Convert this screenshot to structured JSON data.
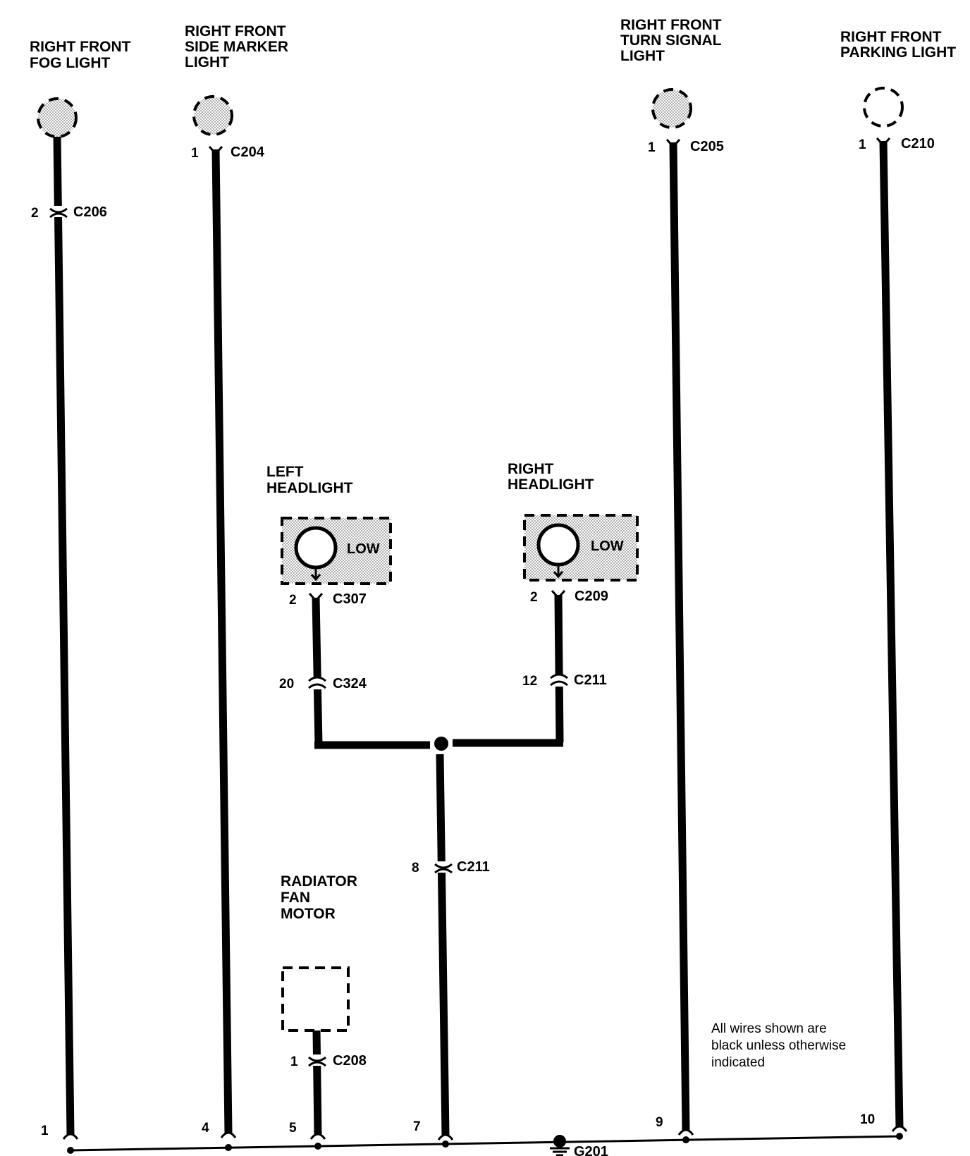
{
  "components": {
    "fog_light": [
      "RIGHT FRONT",
      "FOG LIGHT"
    ],
    "side_marker_light": [
      "RIGHT FRONT",
      "SIDE MARKER",
      "LIGHT"
    ],
    "turn_signal_light": [
      "RIGHT FRONT",
      "TURN SIGNAL",
      "LIGHT"
    ],
    "parking_light": [
      "RIGHT FRONT",
      "PARKING LIGHT"
    ],
    "left_headlight": [
      "LEFT",
      "HEADLIGHT"
    ],
    "right_headlight": [
      "RIGHT",
      "HEADLIGHT"
    ],
    "radiator_fan_motor": [
      "RADIATOR",
      "FAN",
      "MOTOR"
    ]
  },
  "low_label": "LOW",
  "connectors": {
    "c206": {
      "pin": "2",
      "name": "C206"
    },
    "c204": {
      "pin": "1",
      "name": "C204"
    },
    "c205": {
      "pin": "1",
      "name": "C205"
    },
    "c210": {
      "pin": "1",
      "name": "C210"
    },
    "c307": {
      "pin": "2",
      "name": "C307"
    },
    "c209": {
      "pin": "2",
      "name": "C209"
    },
    "c324": {
      "pin": "20",
      "name": "C324"
    },
    "c211_upper": {
      "pin": "12",
      "name": "C211"
    },
    "c211_lower": {
      "pin": "8",
      "name": "C211"
    },
    "c208": {
      "pin": "1",
      "name": "C208"
    }
  },
  "ground_pins": [
    "1",
    "4",
    "5",
    "7",
    "9",
    "10"
  ],
  "ground": "G201",
  "note": [
    "All wires shown are",
    "black unless otherwise",
    "indicated"
  ]
}
